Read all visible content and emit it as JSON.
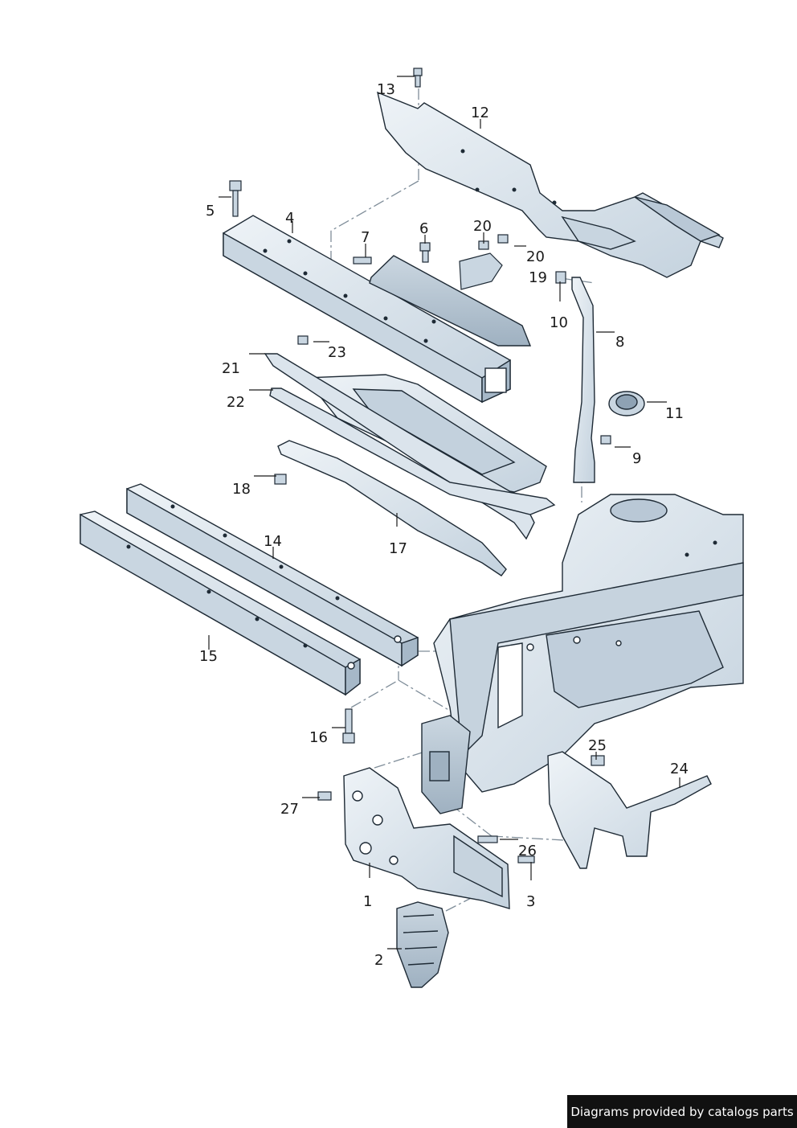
{
  "diagram": {
    "callouts": [
      {
        "id": "1",
        "label": "1"
      },
      {
        "id": "2",
        "label": "2"
      },
      {
        "id": "3",
        "label": "3"
      },
      {
        "id": "4",
        "label": "4"
      },
      {
        "id": "5",
        "label": "5"
      },
      {
        "id": "6",
        "label": "6"
      },
      {
        "id": "7",
        "label": "7"
      },
      {
        "id": "8",
        "label": "8"
      },
      {
        "id": "9",
        "label": "9"
      },
      {
        "id": "10",
        "label": "10"
      },
      {
        "id": "11",
        "label": "11"
      },
      {
        "id": "12",
        "label": "12"
      },
      {
        "id": "13",
        "label": "13"
      },
      {
        "id": "14",
        "label": "14"
      },
      {
        "id": "15",
        "label": "15"
      },
      {
        "id": "16",
        "label": "16"
      },
      {
        "id": "17",
        "label": "17"
      },
      {
        "id": "18",
        "label": "18"
      },
      {
        "id": "19",
        "label": "19"
      },
      {
        "id": "20a",
        "label": "20"
      },
      {
        "id": "20b",
        "label": "20"
      },
      {
        "id": "21",
        "label": "21"
      },
      {
        "id": "22",
        "label": "22"
      },
      {
        "id": "23",
        "label": "23"
      },
      {
        "id": "24",
        "label": "24"
      },
      {
        "id": "25",
        "label": "25"
      },
      {
        "id": "26",
        "label": "26"
      },
      {
        "id": "27",
        "label": "27"
      }
    ]
  },
  "footer": {
    "credit": "Diagrams provided by catalogs parts"
  },
  "colors": {
    "part_fill": "#dde6ee",
    "part_shade": "#b9c8d6",
    "outline": "#1e2a35",
    "leader": "#1a1a1a",
    "centerline": "#7f8d99"
  }
}
